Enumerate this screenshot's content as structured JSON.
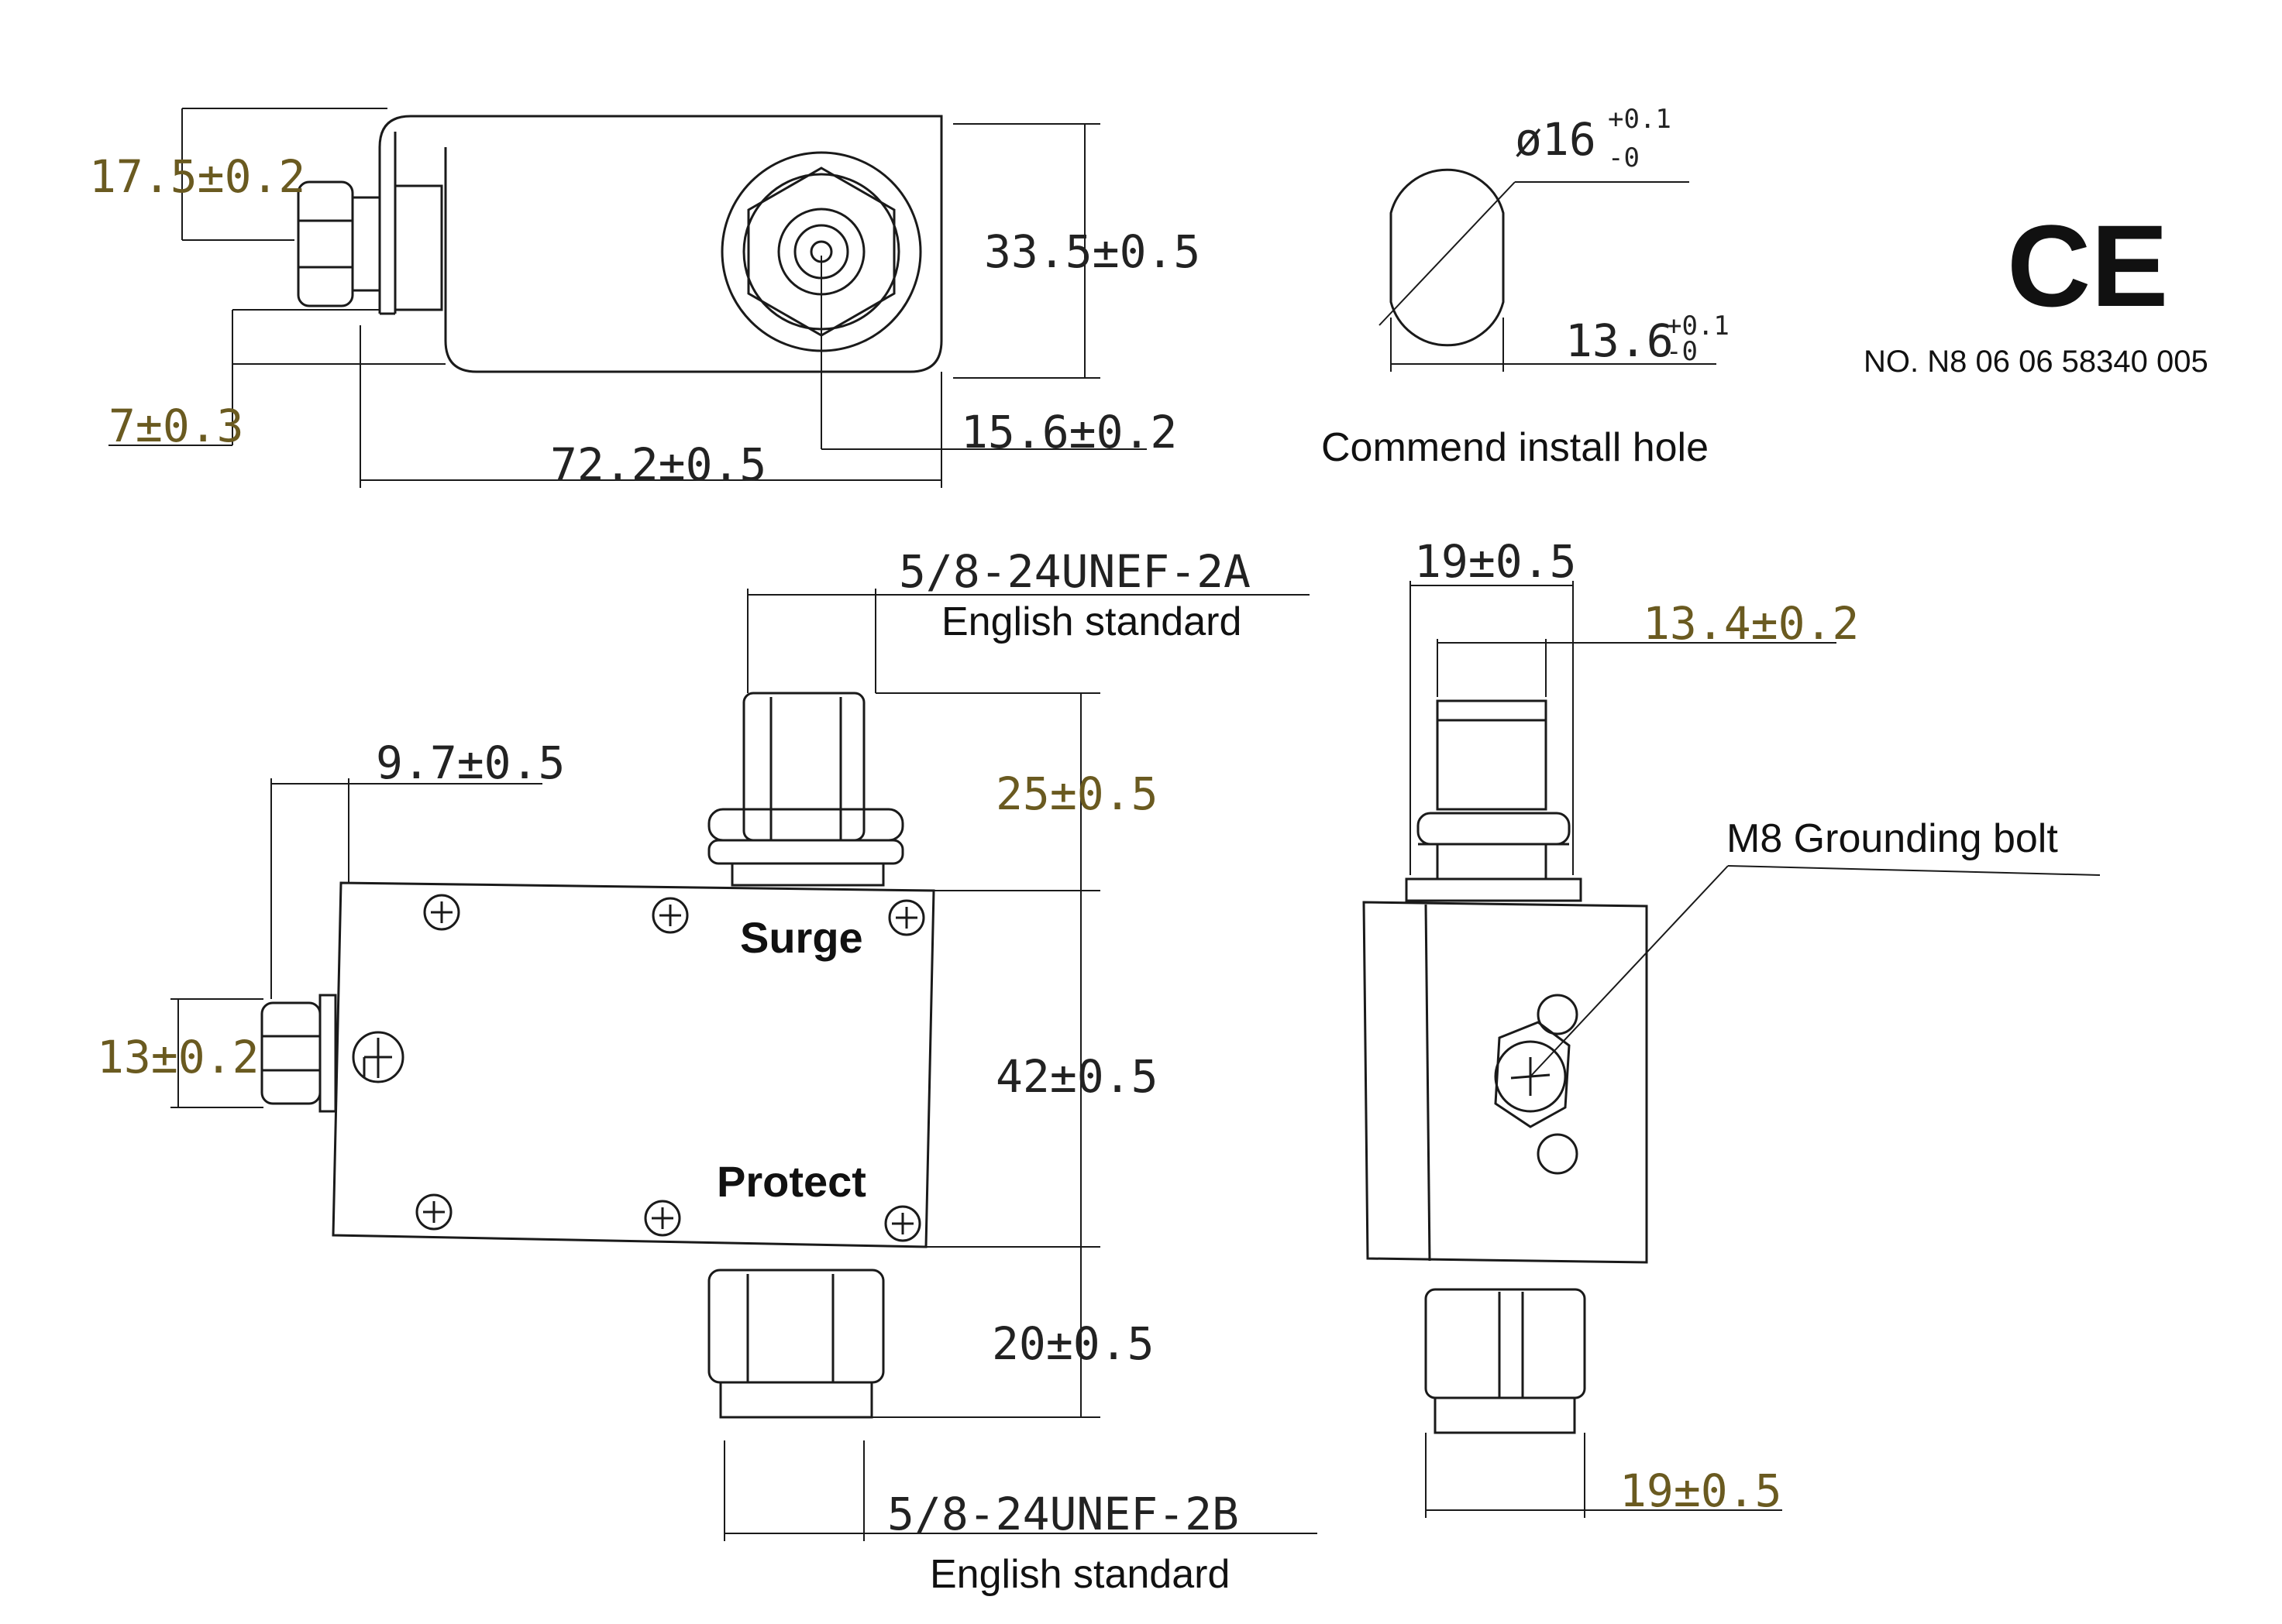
{
  "top_view": {
    "dim_height_17_5": "17.5±0.2",
    "dim_height_33_5": "33.5±0.5",
    "dim_offset_7": "7±0.3",
    "dim_length_72_2": "72.2±0.5",
    "dim_offset_15_6": "15.6±0.2"
  },
  "install_hole": {
    "diameter": "ø16",
    "diameter_tol_upper": "+0.1",
    "diameter_tol_lower": "-0",
    "flat": "13.6",
    "flat_tol_upper": "+0.1",
    "flat_tol_lower": "-0",
    "caption": "Commend install hole"
  },
  "certification": {
    "mark": "CE",
    "number": "NO.  N8 06 06 58340 005"
  },
  "front_view": {
    "thread_top": "5/8-24UNEF-2A",
    "thread_top_caption": "English standard",
    "dim_9_7": "9.7±0.5",
    "dim_25": "25±0.5",
    "dim_42": "42±0.5",
    "dim_20": "20±0.5",
    "dim_13": "13±0.2",
    "label_surge": "Surge",
    "label_protect": "Protect",
    "thread_bottom": "5/8-24UNEF-2B",
    "thread_bottom_caption": "English standard"
  },
  "side_view": {
    "dim_19_top": "19±0.5",
    "dim_13_4": "13.4±0.2",
    "ground_label": "M8 Grounding bolt",
    "dim_19_bottom": "19±0.5"
  }
}
